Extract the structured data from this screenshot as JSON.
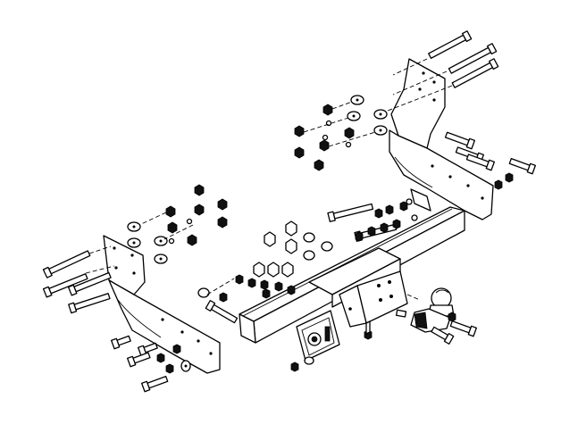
{
  "diagram": {
    "type": "exploded-assembly",
    "components": [
      "right-mounting-bracket",
      "left-mounting-bracket",
      "crossbar",
      "center-tow-plate",
      "tow-ball",
      "socket-plate",
      "bolts",
      "nuts",
      "washers"
    ]
  }
}
